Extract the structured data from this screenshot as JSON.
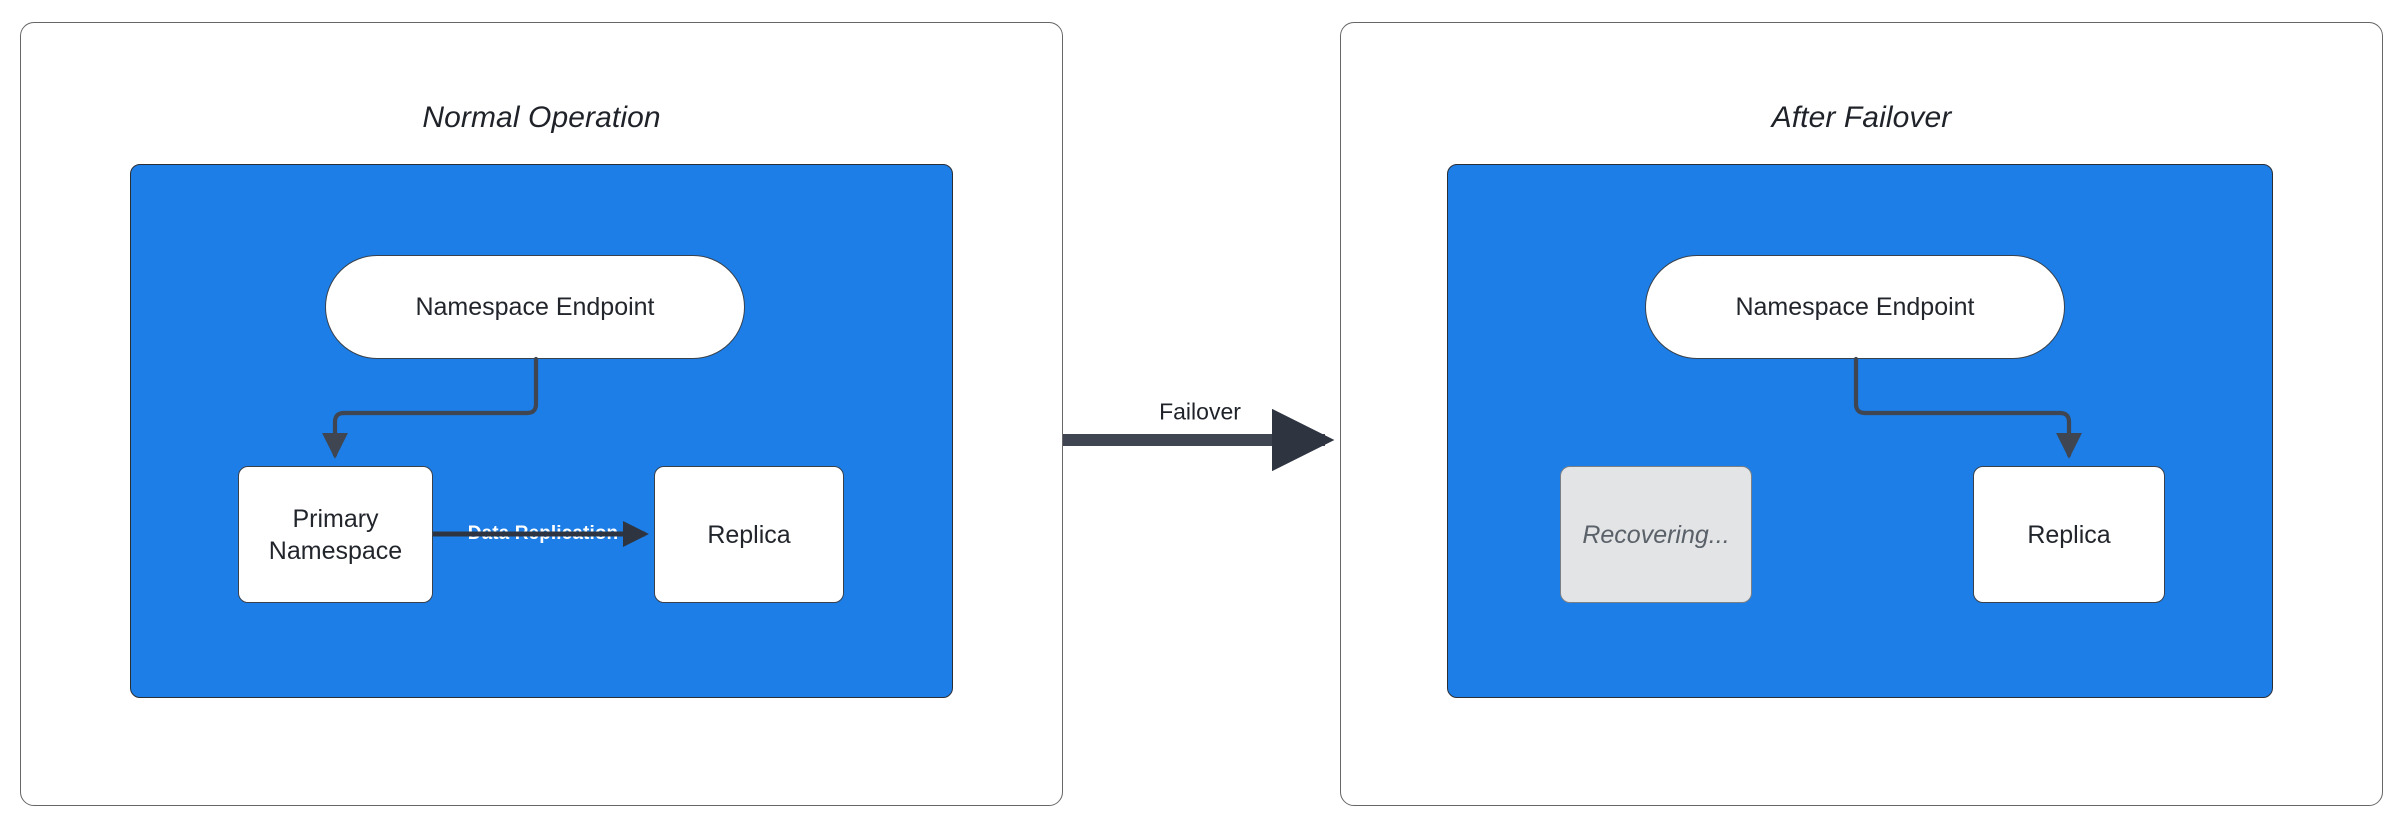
{
  "diagram": {
    "type": "architecture-failover-diagram",
    "background_color": "#ffffff",
    "accent_color": "#1c7ee6",
    "stroke_color": "#39414c",
    "muted_fill": "#e2e4e6"
  },
  "panels": [
    {
      "id": "normal-operation",
      "title": "Normal Operation",
      "cluster": {
        "fill": "#1c7ee6",
        "nodes": [
          {
            "id": "namespace-endpoint",
            "label": "Namespace Endpoint",
            "shape": "pill",
            "fill": "#ffffff"
          },
          {
            "id": "primary-namespace",
            "label": "Primary\nNamespace",
            "label_line1": "Primary",
            "label_line2": "Namespace",
            "shape": "rect",
            "fill": "#ffffff"
          },
          {
            "id": "replica",
            "label": "Replica",
            "shape": "rect",
            "fill": "#ffffff"
          }
        ],
        "edges": [
          {
            "from": "namespace-endpoint",
            "to": "primary-namespace",
            "label": "",
            "style": "elbow-arrow"
          },
          {
            "from": "primary-namespace",
            "to": "replica",
            "label": "Data Replication",
            "style": "straight-arrow",
            "label_color": "#ffffff"
          }
        ]
      }
    },
    {
      "id": "after-failover",
      "title": "After Failover",
      "cluster": {
        "fill": "#1c7ee6",
        "nodes": [
          {
            "id": "namespace-endpoint",
            "label": "Namespace Endpoint",
            "shape": "pill",
            "fill": "#ffffff"
          },
          {
            "id": "recovering",
            "label": "Recovering...",
            "shape": "rect",
            "fill": "#e2e4e6",
            "state": "muted"
          },
          {
            "id": "replica",
            "label": "Replica",
            "shape": "rect",
            "fill": "#ffffff"
          }
        ],
        "edges": [
          {
            "from": "namespace-endpoint",
            "to": "replica",
            "label": "",
            "style": "elbow-arrow"
          }
        ]
      }
    }
  ],
  "transition": {
    "label": "Failover",
    "direction": "left-to-right",
    "color": "#3f4652"
  }
}
